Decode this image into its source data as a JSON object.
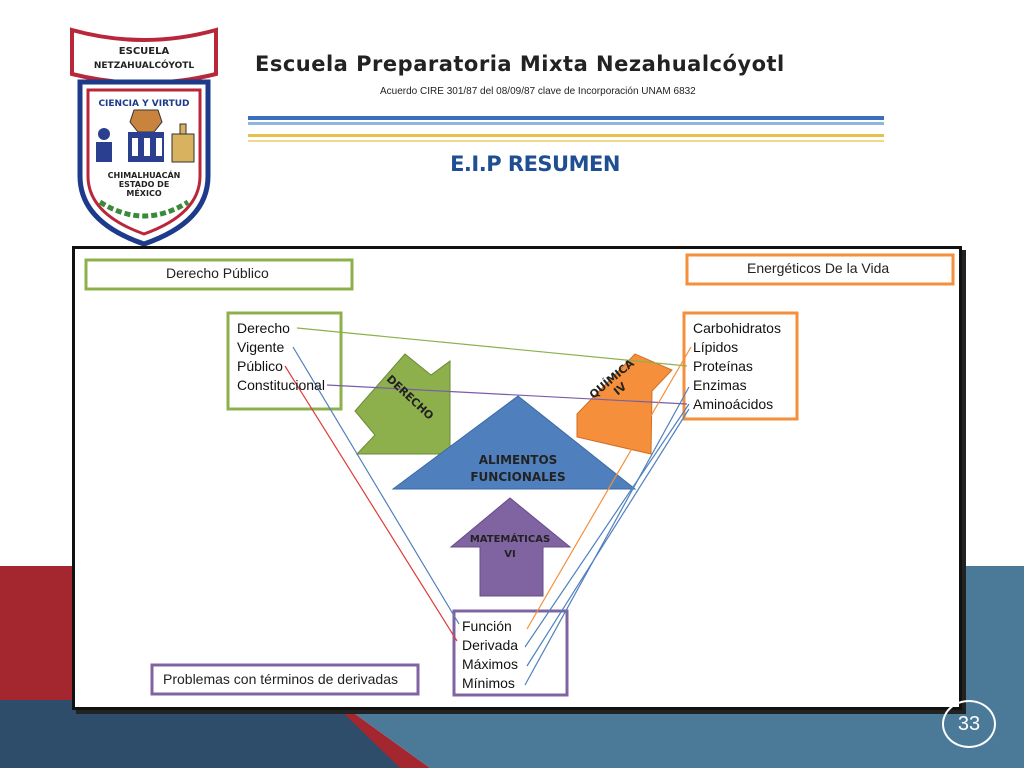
{
  "header": {
    "school_title": "Escuela Preparatoria Mixta Nezahualcóyotl",
    "agreement": "Acuerdo CIRE 301/87 del 08/09/87 clave de Incorporación UNAM 6832",
    "resumen": "E.I.P RESUMEN"
  },
  "logo": {
    "banner_line1": "ESCUELA",
    "banner_line2": "NETZAHUALCÓYOTL",
    "motto": "CIENCIA Y VIRTUD",
    "place_line1": "CHIMALHUACÁN",
    "place_line2": "ESTADO DE",
    "place_line3": "MÉXICO"
  },
  "diagram": {
    "left_category": "Derecho Público",
    "right_category": "Energéticos De la Vida",
    "bottom_category": "Problemas con términos de derivadas",
    "left_terms": [
      "Derecho",
      "Vigente",
      "Público",
      "Constitucional"
    ],
    "right_terms": [
      "Carbohidratos",
      "Lípidos",
      "Proteínas",
      "Enzimas",
      "Aminoácidos"
    ],
    "bottom_terms": [
      "Función",
      "Derivada",
      "Máximos",
      "Mínimos"
    ],
    "arrow_left": "DERECHO",
    "arrow_right_line1": "QUÍMICA",
    "arrow_right_line2": "IV",
    "arrow_bottom_line1": "MATEMÁTICAS",
    "arrow_bottom_line2": "VI",
    "center_line1": "ALIMENTOS",
    "center_line2": "FUNCIONALES",
    "colors": {
      "green": "#8db04c",
      "orange": "#f58f3b",
      "purple": "#8064a2",
      "blue": "#4f80bd"
    }
  },
  "footer": {
    "page_number": "33"
  }
}
